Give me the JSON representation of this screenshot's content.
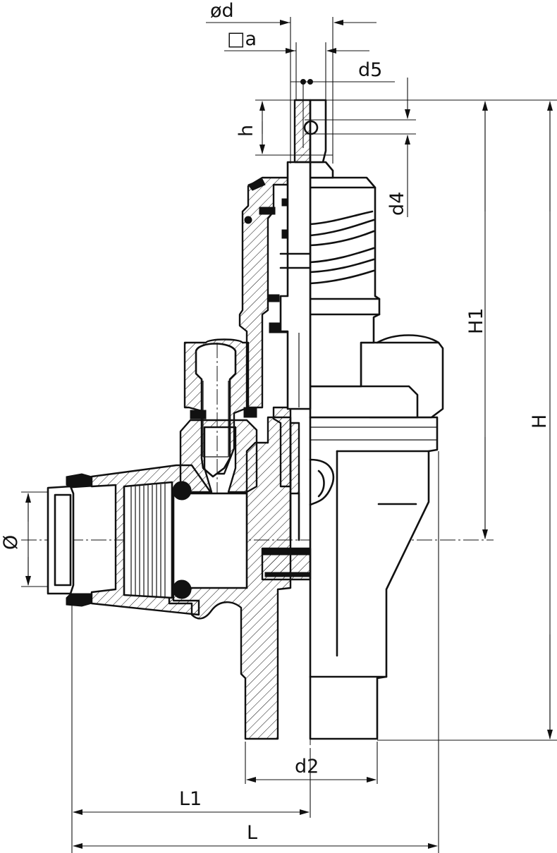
{
  "labels": {
    "od": "ød",
    "a": "□a",
    "d5": "d5",
    "h": "h",
    "d4": "d4",
    "H1": "H1",
    "H": "H",
    "diam": "Ø",
    "d2": "d2",
    "L1": "L1",
    "L": "L"
  }
}
